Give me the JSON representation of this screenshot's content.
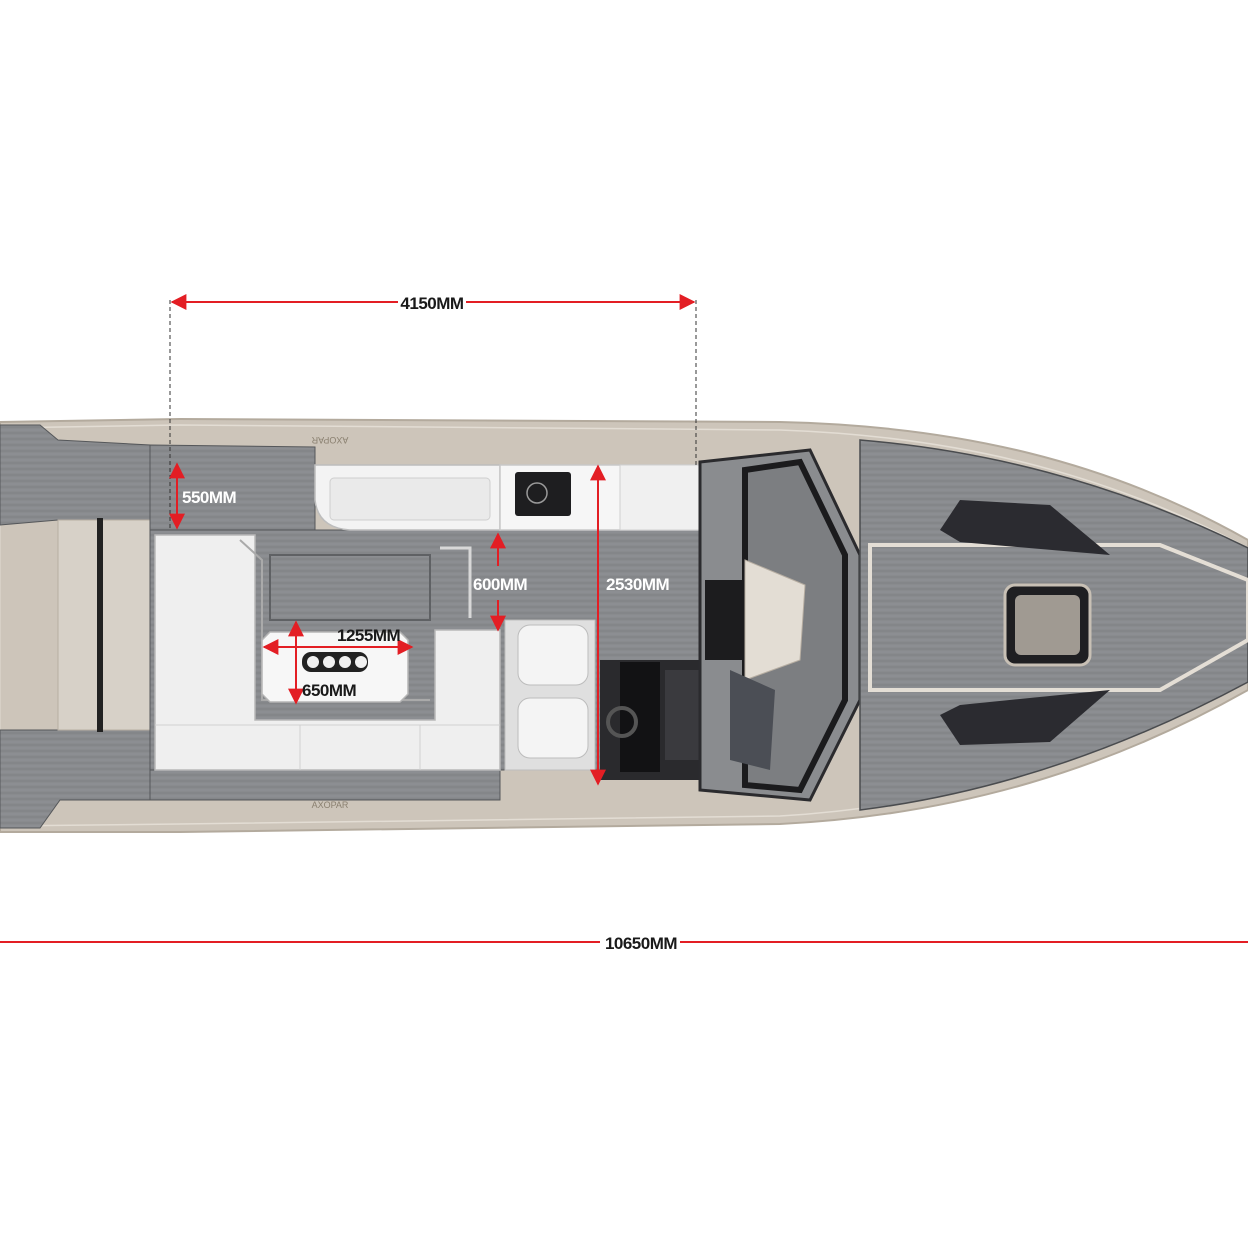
{
  "colors": {
    "deck": "#8a8c8f",
    "deck_dark": "#6f7174",
    "hull": "#cfc7bc",
    "hull_edge": "#b9b0a4",
    "upholstery": "#eeeeee",
    "dim_line": "#e31e24",
    "dark_label": "#1a1a1a",
    "light_label": "#ffffff",
    "engine": "#1c1c1e",
    "glass": "#3a3d44"
  },
  "dimensions": {
    "cockpit_length": "4150MM",
    "side_deck_width": "550MM",
    "walkway_width": "600MM",
    "beam_inner": "2530MM",
    "table_length": "1255MM",
    "table_width": "650MM",
    "overall_length": "10650MM"
  },
  "brand": {
    "hull_mark_top": "AXOPAR",
    "hull_mark_bottom": "AXOPAR"
  }
}
